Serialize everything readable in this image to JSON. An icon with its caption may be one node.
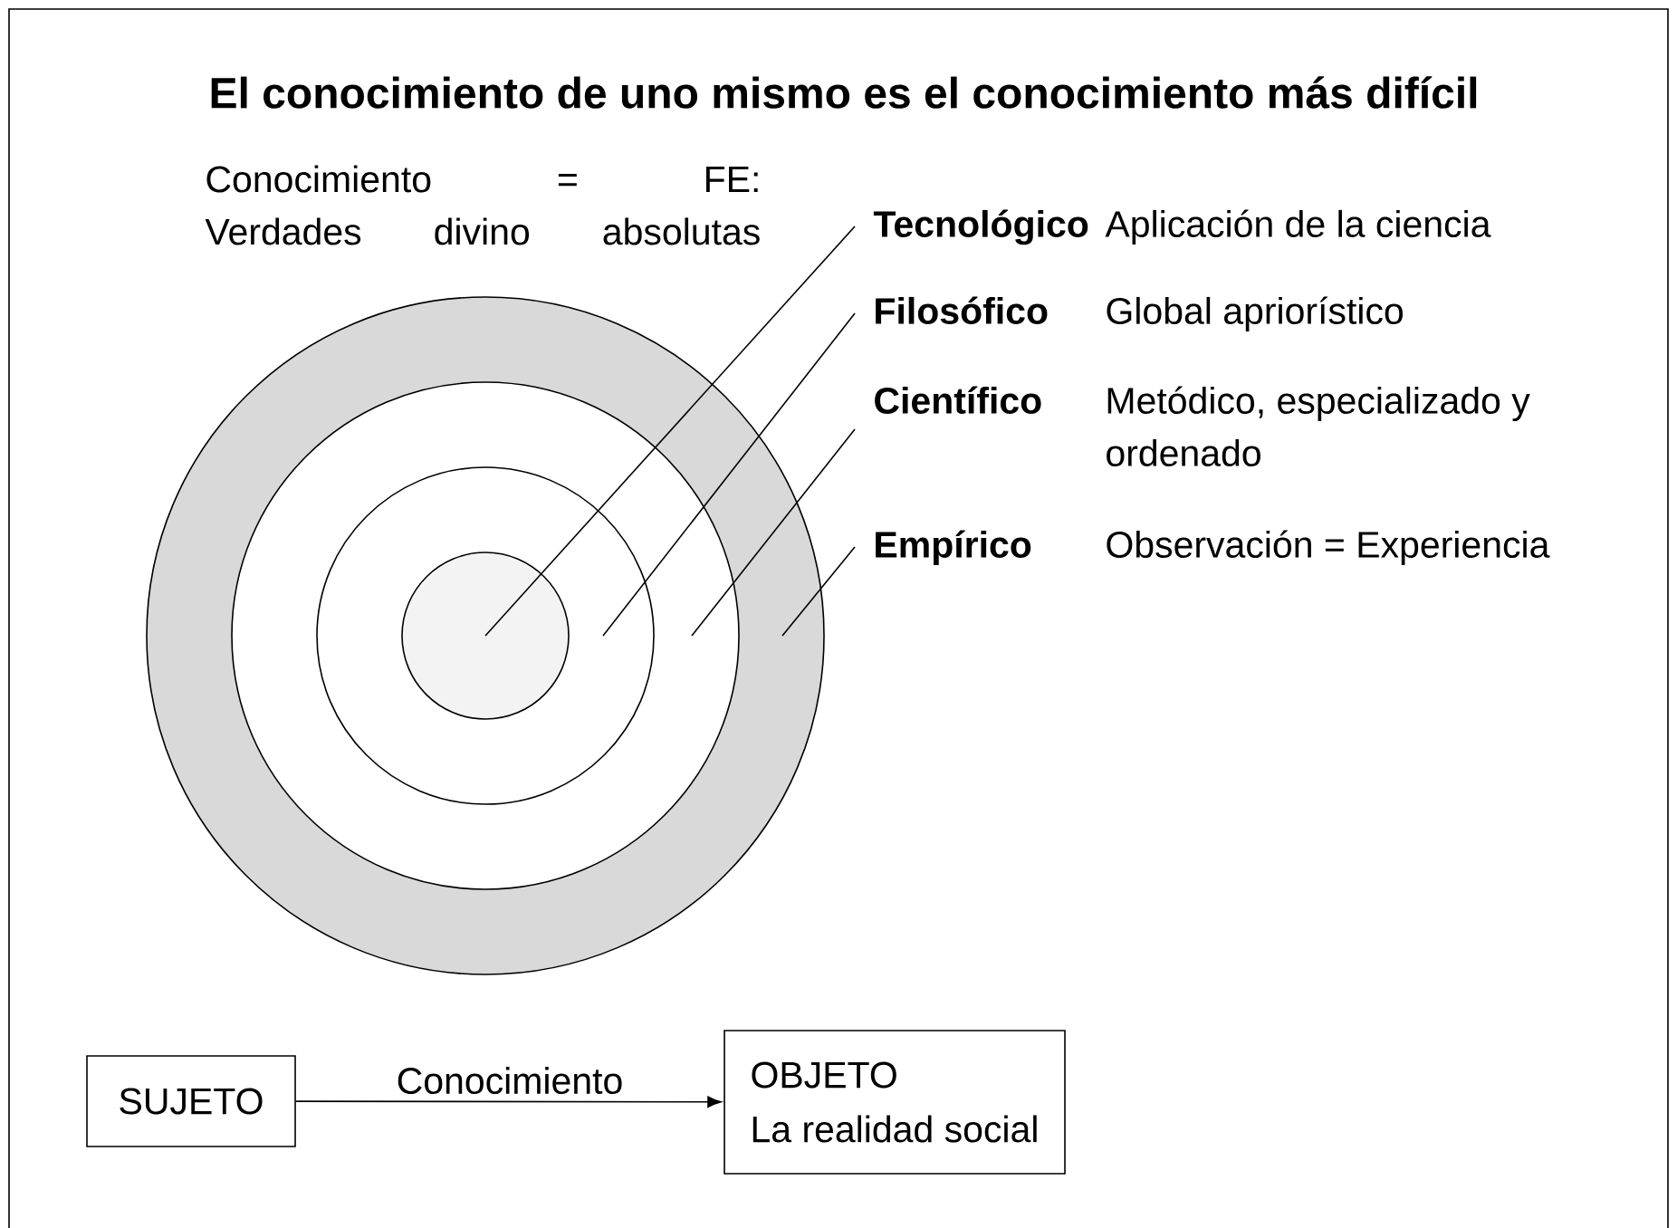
{
  "diagram": {
    "title": "El conocimiento de uno mismo es el conocimiento más difícil",
    "nodes": [
      {
        "text": [],
        "shape": "circle"
      },
      {
        "text": [],
        "shape": "circle",
        "in": 0
      },
      {
        "text": [],
        "shape": "circle",
        "in": 1
      },
      {
        "text": [],
        "shape": "circle",
        "in": 2
      },
      {
        "text": [
          "Tecnológico",
          "Aplicación de la ciencia"
        ]
      },
      {
        "text": [
          "Filosófico",
          "Global apriorístico"
        ]
      },
      {
        "text": [
          "Científico",
          "Metódico, especializado y ordenado"
        ]
      },
      {
        "text": [
          "Empírico",
          "Observación = Experiencia"
        ]
      },
      {
        "text": [
          "SUJETO"
        ]
      },
      {
        "text": [
          "OBJETO",
          "La realidad social"
        ]
      }
    ],
    "edges": [
      {
        "from": 4,
        "to": 3,
        "arrow": "none"
      },
      {
        "from": 5,
        "to": 2,
        "arrow": "none"
      },
      {
        "from": 6,
        "to": 1,
        "arrow": "none"
      },
      {
        "from": 7,
        "to": 0,
        "arrow": "none"
      },
      {
        "from": 8,
        "to": 9,
        "arrow": "to",
        "label": "Conocimiento"
      }
    ],
    "labels": [
      "Conocimiento = FE: Verdades divino absolutas"
    ]
  }
}
